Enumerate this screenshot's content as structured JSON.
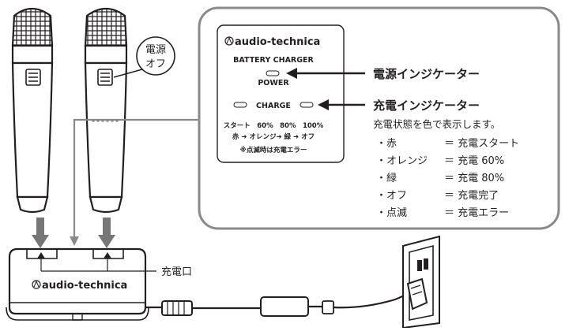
{
  "mic_callout": {
    "line1": "電源",
    "line2": "オフ"
  },
  "panel": {
    "brand": "audio-technica",
    "title": "BATTERY CHARGER",
    "power_label": "POWER",
    "charge_label": "CHARGE",
    "legend_row1": "スタート　60%　80%　100%",
    "legend_row2": "赤 ➜ オレンジ➜ 緑 ➜ オフ",
    "note": "※点滅時は充電エラー"
  },
  "power_indicator": {
    "label": "電源インジケーター"
  },
  "charge_indicator": {
    "label": "充電インジケーター",
    "description": "充電状態を色で表示します。",
    "rows": [
      {
        "key": "・赤",
        "value": "＝ 充電スタート"
      },
      {
        "key": "・オレンジ",
        "value": "＝ 充電 60%"
      },
      {
        "key": "・緑",
        "value": "＝ 充電 80%"
      },
      {
        "key": "・オフ",
        "value": "＝ 充電完了"
      },
      {
        "key": "・点滅",
        "value": "＝ 充電エラー"
      }
    ]
  },
  "charger": {
    "brand": "audio-technica",
    "port_label": "充電口"
  },
  "colors": {
    "ink": "#231f20",
    "panel_border": "#8a8a8a",
    "arrow_gray": "#777777"
  }
}
